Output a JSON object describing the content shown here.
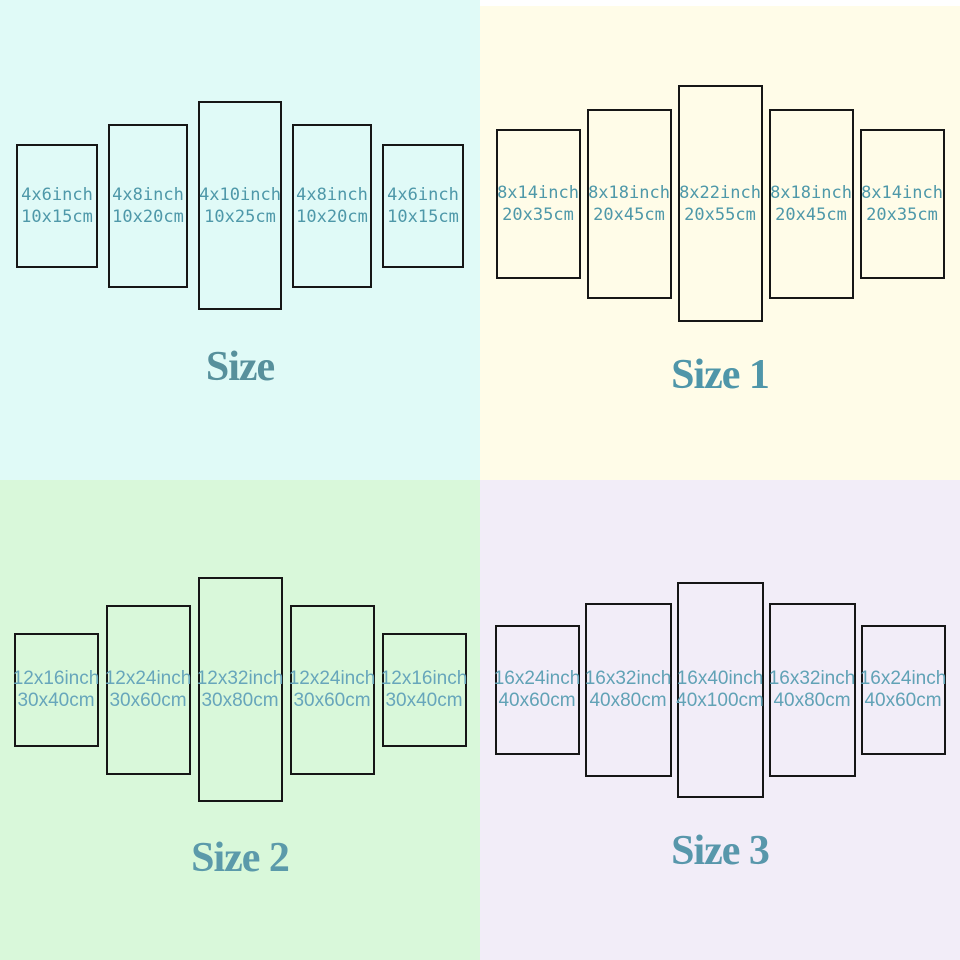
{
  "colors": {
    "quadrant_size_bg": "#e0faf7",
    "quadrant_size1_bg": "#fffce8",
    "quadrant_size2_bg": "#d9f8da",
    "quadrant_size3_bg": "#f2edf8",
    "panel_border": "#161616",
    "label_text_top": "#4e98a9",
    "label_text_bottom_left": "#67a6bb",
    "label_text_bottom_right": "#61a2b6",
    "title_text": "#5593a4"
  },
  "quadrants": [
    {
      "title": "Size",
      "panels": [
        {
          "inch": "4x6inch",
          "cm": "10x15cm"
        },
        {
          "inch": "4x8inch",
          "cm": "10x20cm"
        },
        {
          "inch": "4x10inch",
          "cm": "10x25cm"
        },
        {
          "inch": "4x8inch",
          "cm": "10x20cm"
        },
        {
          "inch": "4x6inch",
          "cm": "10x15cm"
        }
      ]
    },
    {
      "title": "Size 1",
      "panels": [
        {
          "inch": "8x14inch",
          "cm": "20x35cm"
        },
        {
          "inch": "8x18inch",
          "cm": "20x45cm"
        },
        {
          "inch": "8x22inch",
          "cm": "20x55cm"
        },
        {
          "inch": "8x18inch",
          "cm": "20x45cm"
        },
        {
          "inch": "8x14inch",
          "cm": "20x35cm"
        }
      ]
    },
    {
      "title": "Size 2",
      "panels": [
        {
          "inch": "12x16inch",
          "cm": "30x40cm"
        },
        {
          "inch": "12x24inch",
          "cm": "30x60cm"
        },
        {
          "inch": "12x32inch",
          "cm": "30x80cm"
        },
        {
          "inch": "12x24inch",
          "cm": "30x60cm"
        },
        {
          "inch": "12x16inch",
          "cm": "30x40cm"
        }
      ]
    },
    {
      "title": "Size 3",
      "panels": [
        {
          "inch": "16x24inch",
          "cm": "40x60cm"
        },
        {
          "inch": "16x32inch",
          "cm": "40x80cm"
        },
        {
          "inch": "16x40inch",
          "cm": "40x100cm"
        },
        {
          "inch": "16x32inch",
          "cm": "40x80cm"
        },
        {
          "inch": "16x24inch",
          "cm": "40x60cm"
        }
      ]
    }
  ]
}
